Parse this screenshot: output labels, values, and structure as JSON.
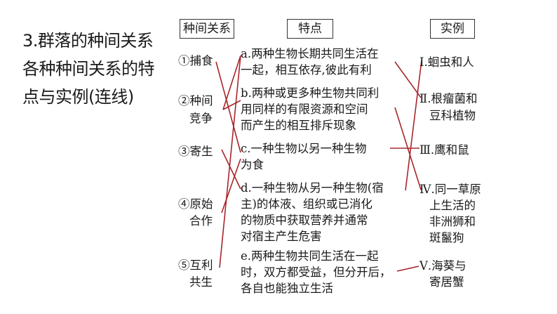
{
  "title": {
    "line1": "3.群落的种间关系",
    "line2": "各种种间关系的特",
    "line3": "点与实例(连线)"
  },
  "headers": {
    "relation": "种间关系",
    "feature": "特点",
    "example": "实例"
  },
  "relations": {
    "r1": "①捕食",
    "r2_a": "②种间",
    "r2_b": "竞争",
    "r3": "③寄生",
    "r4_a": "④原始",
    "r4_b": "合作",
    "r5_a": "⑤互利",
    "r5_b": "共生"
  },
  "features": {
    "a1": "a.两种生物长期共同生活在",
    "a2": "一起，相互依存,彼此有利",
    "b1": "b.两种或更多种生物共同利",
    "b2": "用同样的有限资源和空间",
    "b3": "而产生的相互排斥现象",
    "c1": "c.一种生物以另一种生物",
    "c2": "为食",
    "d1": "d.一种生物从另一种生物(宿",
    "d2": "主)的体液、组织或已消化",
    "d3": "的物质中获取营养并通常",
    "d4": "对宿主产生危害",
    "e1": "e.两种生物共同生活在一起",
    "e2": "时，双方都受益，但分开后，",
    "e3": "各自也能独立生活"
  },
  "examples": {
    "i": "Ⅰ.蛔虫和人",
    "ii_a": "Ⅱ.根瘤菌和",
    "ii_b": "豆科植物",
    "iii": "Ⅲ.鹰和鼠",
    "iv_a": "Ⅳ.同一草原",
    "iv_b": "上生活的",
    "iv_c": "非洲狮和",
    "iv_d": "斑鬣狗",
    "v_a": "Ⅴ.海葵与",
    "v_b": "寄居蟹"
  },
  "colors": {
    "connector": "#a8262b",
    "text": "#1a1a1a",
    "border": "#333333"
  }
}
